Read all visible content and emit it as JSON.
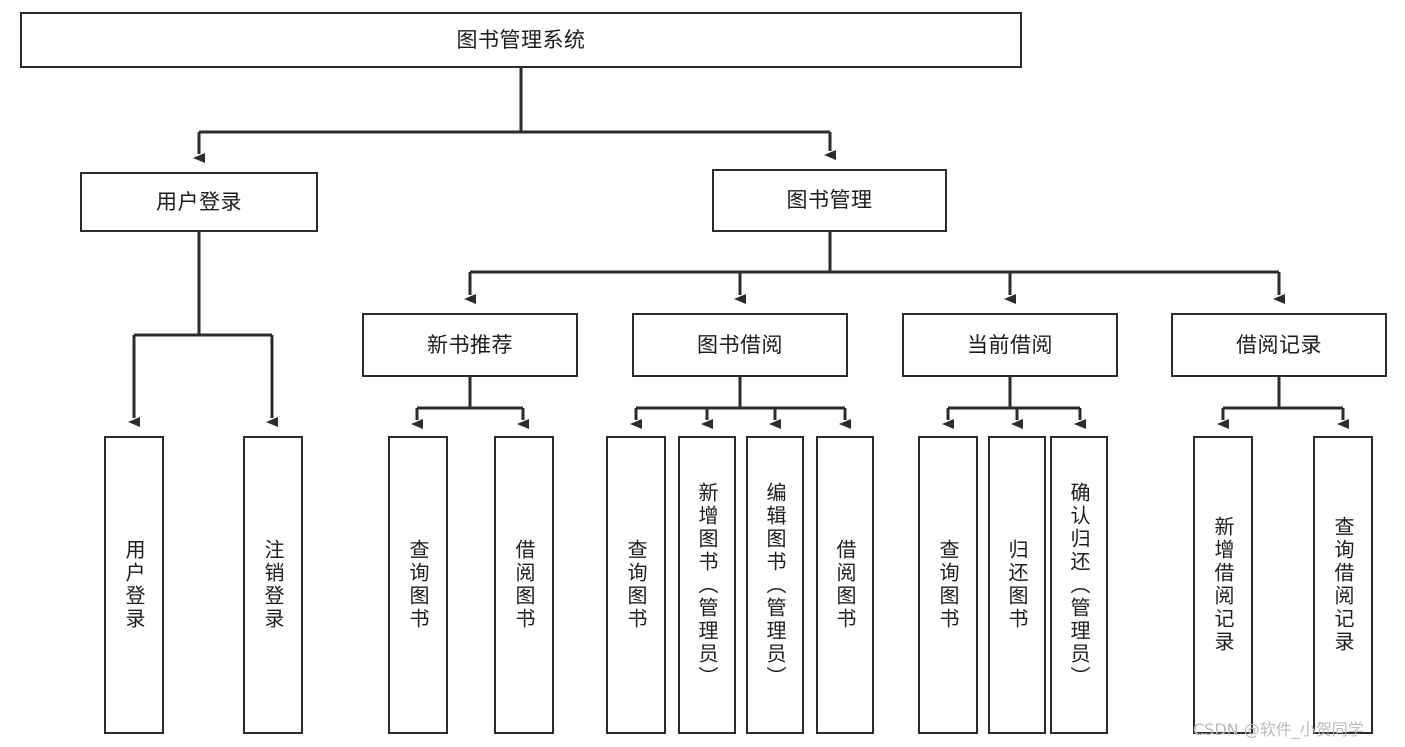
{
  "diagram": {
    "title": "图书管理系统",
    "type": "tree-hierarchy",
    "orientation": "top-down",
    "colors": {
      "box_border": "#2b2b2b",
      "box_fill": "#ffffff",
      "connector": "#2b2b2b",
      "text": "#1c1c1c",
      "watermark": "#b9b9b9"
    },
    "nodes": {
      "root": {
        "label": "图书管理系统"
      },
      "level1": [
        {
          "label": "用户登录"
        },
        {
          "label": "图书管理"
        }
      ],
      "level2": [
        {
          "label": "新书推荐"
        },
        {
          "label": "图书借阅"
        },
        {
          "label": "当前借阅"
        },
        {
          "label": "借阅记录"
        }
      ],
      "leaves": {
        "user_login": [
          {
            "label": "用户登录"
          },
          {
            "label": "注销登录"
          }
        ],
        "new_book_recommend": [
          {
            "label": "查询图书"
          },
          {
            "label": "借阅图书"
          }
        ],
        "book_borrow": [
          {
            "label": "查询图书"
          },
          {
            "label": "新增图书（管理员）"
          },
          {
            "label": "编辑图书（管理员）"
          },
          {
            "label": "借阅图书"
          }
        ],
        "current_borrow": [
          {
            "label": "查询图书"
          },
          {
            "label": "归还图书"
          },
          {
            "label": "确认归还（管理员）"
          }
        ],
        "borrow_record": [
          {
            "label": "新增借阅记录"
          },
          {
            "label": "查询借阅记录"
          }
        ]
      }
    },
    "watermark": "CSDN @软件_小贺同学"
  }
}
